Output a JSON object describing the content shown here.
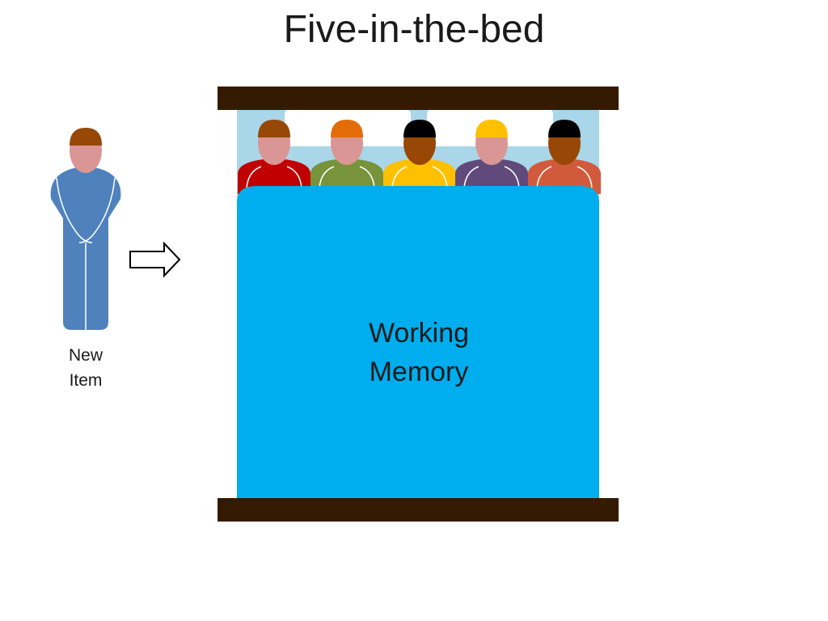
{
  "slide": {
    "title": "Five-in-the-bed",
    "new_item_line1": "New",
    "new_item_line2": "Item",
    "memory_line1": "Working",
    "memory_line2": "Memory"
  },
  "colors": {
    "bed_frame": "#331a00",
    "blanket": "#00adee",
    "headboard_back": "#a9d6e8",
    "pillow": "#ffffff",
    "new_item_body": "#4f81bd",
    "skin_light": "#d99694",
    "skin_dark": "#974806",
    "arrow_outline": "#000000"
  },
  "sleepers": [
    {
      "hair": "#974806",
      "skin": "#d99694",
      "shirt": "#c00000"
    },
    {
      "hair": "#e36c09",
      "skin": "#d99694",
      "shirt": "#77933c"
    },
    {
      "hair": "#000000",
      "skin": "#974806",
      "shirt": "#ffc000"
    },
    {
      "hair": "#ffc000",
      "skin": "#d99694",
      "shirt": "#604a7b"
    },
    {
      "hair": "#000000",
      "skin": "#974806",
      "shirt": "#d25a3c"
    }
  ]
}
